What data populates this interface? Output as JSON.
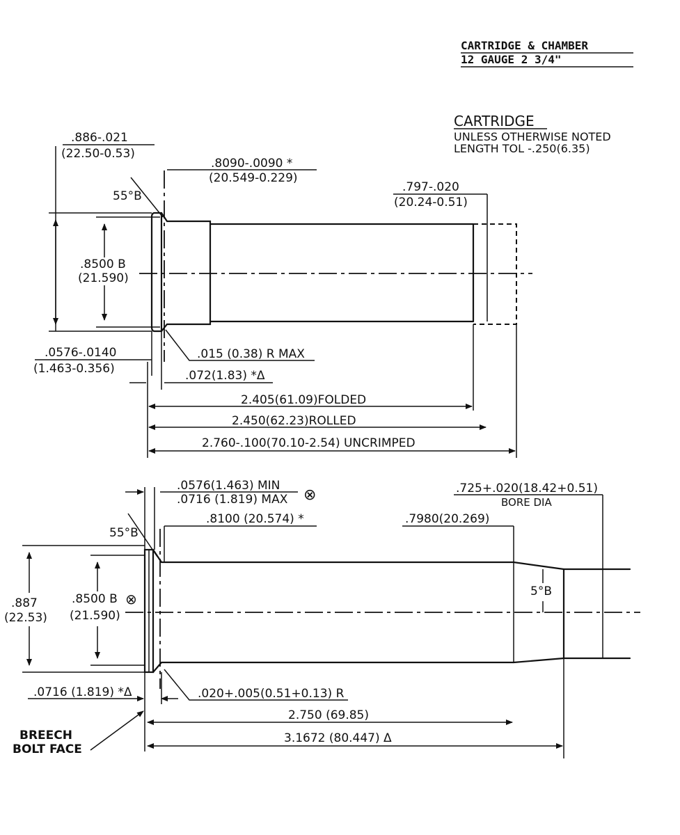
{
  "header": {
    "line1": "CARTRIDGE & CHAMBER",
    "line2": "12 GAUGE 2 3/4\""
  },
  "cartridge": {
    "title": "CARTRIDGE",
    "note1": "UNLESS OTHERWISE NOTED",
    "note2": "LENGTH TOL -.250(6.35)",
    "rim_dia_in": ".886-.021",
    "rim_dia_mm": "(22.50-0.53)",
    "angle": "55°B",
    "base_dia_in": ".8090-.0090 *",
    "base_dia_mm": "(20.549-0.229)",
    "mouth_dia_in": ".797-.020",
    "mouth_dia_mm": "(20.24-0.51)",
    "body_dia_in": ".8500 B",
    "body_dia_mm": "(21.590)",
    "rim_thk_in": ".0576-.0140",
    "rim_thk_mm": "(1.463-0.356)",
    "radius": ".015 (0.38) R MAX",
    "rim_pos": ".072(1.83) *Δ",
    "len_folded": "2.405(61.09)FOLDED",
    "len_rolled": "2.450(62.23)ROLLED",
    "len_uncrimped": "2.760-.100(70.10-2.54) UNCRIMPED"
  },
  "chamber": {
    "rim_recess_min": ".0576(1.463) MIN",
    "rim_recess_max": ".0716 (1.819) MAX",
    "x_symbol": "⊗",
    "bore_dia": ".725+.020(18.42+0.51)",
    "bore_label": "BORE DIA",
    "chamber_dia": ".8100 (20.574) *",
    "forcing_dia": ".7980(20.269)",
    "angle": "55°B",
    "cone_angle": "5°B",
    "outer_in": ".887",
    "outer_mm": "(22.53)",
    "body_dia_in": ".8500 B",
    "body_dia_mm": "(21.590)",
    "recess_depth": ".0716 (1.819) *Δ",
    "radius": ".020+.005(0.51+0.13) R",
    "len_chamber": "2.750 (69.85)",
    "len_forcing": "3.1672 (80.447) Δ",
    "breech1": "BREECH",
    "breech2": "BOLT FACE"
  }
}
